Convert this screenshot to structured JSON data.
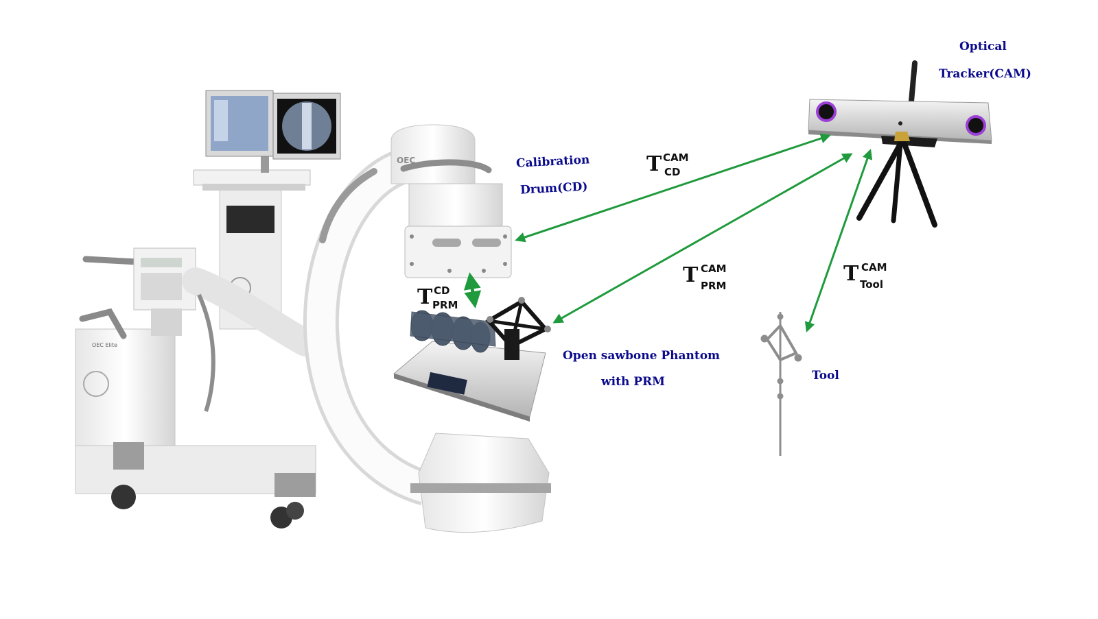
{
  "labels": {
    "calibration_drum": [
      "Calibration",
      "Drum(CD)"
    ],
    "optical_tracker": [
      "Optical",
      "Tracker(CAM)"
    ],
    "phantom": [
      "Open sawbone Phantom",
      "with PRM"
    ],
    "tool": "Tool",
    "device_brand": "OEC",
    "cart_model": "OEC Elite"
  },
  "transforms": [
    {
      "id": "cd_cam",
      "symbol": "T",
      "sup": "CAM",
      "sub": "CD"
    },
    {
      "id": "prm_cam",
      "symbol": "T",
      "sup": "CAM",
      "sub": "PRM"
    },
    {
      "id": "tool_cam",
      "symbol": "T",
      "sup": "CAM",
      "sub": "Tool"
    },
    {
      "id": "prm_cd",
      "symbol": "T",
      "sup": "CD",
      "sub": "PRM"
    }
  ],
  "colors": {
    "arrow": "#1f9a3c",
    "label": "#0a0a8c",
    "lens_ring": "#9b3fd6"
  }
}
